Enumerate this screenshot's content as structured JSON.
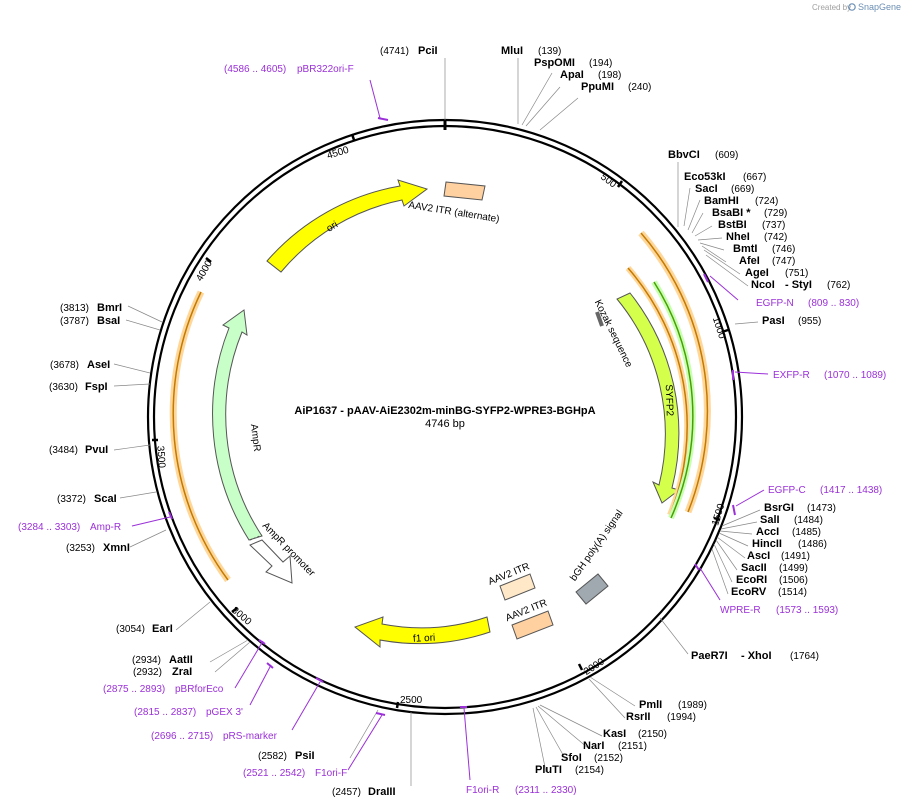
{
  "credit": {
    "prefix": "Created by",
    "brand": "SnapGene"
  },
  "plasmid": {
    "name": "AiP1637 - pAAV-AiE2302m-minBG-SYFP2-WPRE3-BGHpA",
    "length": "4746 bp"
  },
  "colors": {
    "ori": "#ffff00",
    "itr": "#ffd0a0",
    "sfp": "#d4ff4a",
    "ampr": "#c8ffc8",
    "polya": "#a0a8b0",
    "primer": "#9b30d9",
    "orf": "#e8a000",
    "orf_inner": "#48a000"
  },
  "ticks": [
    {
      "label": "500"
    },
    {
      "label": "1000"
    },
    {
      "label": "1500"
    },
    {
      "label": "2000"
    },
    {
      "label": "2500"
    },
    {
      "label": "3000"
    },
    {
      "label": "3500"
    },
    {
      "label": "4000"
    },
    {
      "label": "4500"
    }
  ],
  "enzymes": [
    {
      "pos": "(4741)",
      "name": "PciI"
    },
    {
      "name": "MluI",
      "pos": "(139)"
    },
    {
      "name": "PspOMI",
      "pos": "(194)"
    },
    {
      "name": "ApaI",
      "pos": "(198)"
    },
    {
      "name": "PpuMI",
      "pos": "(240)"
    },
    {
      "name": "BbvCI",
      "pos": "(609)"
    },
    {
      "name": "Eco53kI",
      "pos": "(667)"
    },
    {
      "name": "SacI",
      "pos": "(669)"
    },
    {
      "name": "BamHI",
      "pos": "(724)"
    },
    {
      "name": "BsaBI *",
      "pos": "(729)"
    },
    {
      "name": "BstBI",
      "pos": "(737)"
    },
    {
      "name": "NheI",
      "pos": "(742)"
    },
    {
      "name": "BmtI",
      "pos": "(746)"
    },
    {
      "name": "AfeI",
      "pos": "(747)"
    },
    {
      "name": "AgeI",
      "pos": "(751)"
    },
    {
      "name": "NcoI",
      "extra": "- StyI",
      "pos": "(762)"
    },
    {
      "name": "PasI",
      "pos": "(955)"
    },
    {
      "name": "BsrGI",
      "pos": "(1473)"
    },
    {
      "name": "SalI",
      "pos": "(1484)"
    },
    {
      "name": "AccI",
      "pos": "(1485)"
    },
    {
      "name": "HincII",
      "pos": "(1486)"
    },
    {
      "name": "AscI",
      "pos": "(1491)"
    },
    {
      "name": "SacII",
      "pos": "(1499)"
    },
    {
      "name": "EcoRI",
      "pos": "(1506)"
    },
    {
      "name": "EcoRV",
      "pos": "(1514)"
    },
    {
      "name": "PaeR7I",
      "extra": "- XhoI",
      "pos": "(1764)"
    },
    {
      "name": "PmlI",
      "pos": "(1989)"
    },
    {
      "name": "RsrII",
      "pos": "(1994)"
    },
    {
      "name": "KasI",
      "pos": "(2150)"
    },
    {
      "name": "NarI",
      "pos": "(2151)"
    },
    {
      "name": "SfoI",
      "pos": "(2152)"
    },
    {
      "name": "PluTI",
      "pos": "(2154)"
    },
    {
      "pos": "(2457)",
      "name": "DraIII"
    },
    {
      "pos": "(2582)",
      "name": "PsiI"
    },
    {
      "pos": "(2932)",
      "name": "ZraI"
    },
    {
      "pos": "(2934)",
      "name": "AatII"
    },
    {
      "pos": "(3054)",
      "name": "EarI"
    },
    {
      "pos": "(3253)",
      "name": "XmnI"
    },
    {
      "pos": "(3372)",
      "name": "ScaI"
    },
    {
      "pos": "(3484)",
      "name": "PvuI"
    },
    {
      "pos": "(3630)",
      "name": "FspI"
    },
    {
      "pos": "(3678)",
      "name": "AseI"
    },
    {
      "pos": "(3787)",
      "name": "BsaI"
    },
    {
      "pos": "(3813)",
      "name": "BmrI"
    }
  ],
  "primers": [
    {
      "range": "(4586 .. 4605)",
      "name": "pBR322ori-F"
    },
    {
      "name": "EGFP-N",
      "range": "(809 .. 830)"
    },
    {
      "name": "EXFP-R",
      "range": "(1070 .. 1089)"
    },
    {
      "name": "EGFP-C",
      "range": "(1417 .. 1438)"
    },
    {
      "name": "WPRE-R",
      "range": "(1573 .. 1593)"
    },
    {
      "name": "F1ori-R",
      "range": "(2311 .. 2330)"
    },
    {
      "range": "(2521 .. 2542)",
      "name": "F1ori-F"
    },
    {
      "range": "(2696 .. 2715)",
      "name": "pRS-marker"
    },
    {
      "range": "(2815 .. 2837)",
      "name": "pGEX 3'"
    },
    {
      "range": "(2875 .. 2893)",
      "name": "pBRforEco"
    },
    {
      "range": "(3284 .. 3303)",
      "name": "Amp-R"
    }
  ],
  "features": [
    {
      "name": "ori"
    },
    {
      "name": "AAV2 ITR (alternate)"
    },
    {
      "name": "Kozak sequence"
    },
    {
      "name": "SYFP2"
    },
    {
      "name": "bGH poly(A) signal"
    },
    {
      "name": "AAV2 ITR"
    },
    {
      "name": "AAV2 ITR"
    },
    {
      "name": "f1 ori"
    },
    {
      "name": "AmpR"
    },
    {
      "name": "AmpR promoter"
    }
  ]
}
